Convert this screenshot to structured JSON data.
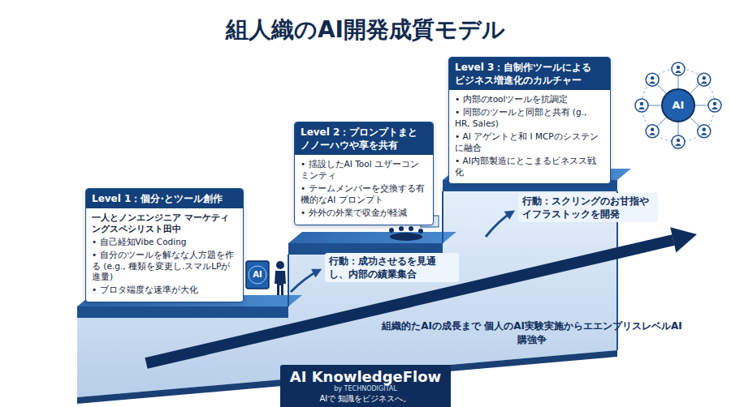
{
  "diagram": {
    "title": "組人織のAI開発成質モデル",
    "nodes": [
      {
        "text": [
          "Level 1：個分·とツール創作",
          "一人とノンエンジニア マーケティングスペシリスト田中",
          "• 自己経知Vibe Coding",
          "• 自分のツールを解なな人方題を作る (e.g., 種類を変更し.スマルLPが進量)",
          "• ブロタ端度な速準が大化"
        ]
      },
      {
        "text": [
          "Level 2：プロンプトまと ノノーハウや享を共有",
          "• 揺設したAI Tool ユザーコンミンティ",
          "• テームメンバーを交換する有機的なAI プロンプト",
          "• 外外の外業で収金が軽減"
        ]
      },
      {
        "text": [
          "Level 3：自制作ツールによる ビジネス増進化のカルチャー",
          "• 内部のtoolツールを抗調定",
          "• 同部のツールと同部と共有 (g., HR, Sales)",
          "• AI アゲントと和 I MCPのシステンに融合",
          "• AI内部製造にとこまるビネスス戦化"
        ]
      },
      {
        "text": [
          "AI KnowledgeFlow",
          "by TECHNODIGITAL",
          "AIで 知識をビジネスへ。"
        ]
      }
    ],
    "labels": [
      "行動：成功させるを見通し、内部の績業集合",
      "行動：スクリングのお甘指や イフラストックを開発",
      "組織的たAIの成長まで 個人のAI実験実施からエエンプリスレベルAI購強争",
      "AI",
      "AI"
    ]
  }
}
